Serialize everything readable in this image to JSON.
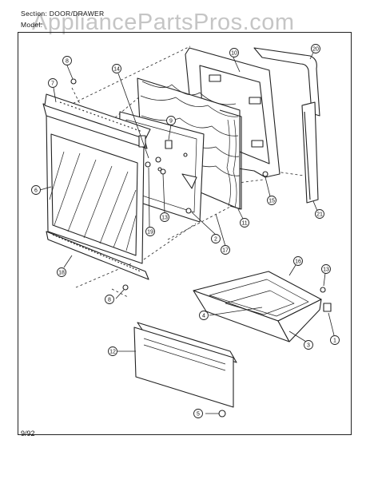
{
  "header": {
    "section_label": "Section:",
    "section_value": "DOOR/DRAWER",
    "model_label": "Model:"
  },
  "watermark": "AppliancePartsPros.com",
  "footer": {
    "date_code": "9/92"
  },
  "callouts": [
    {
      "label": "8",
      "part": "screw-top-left"
    },
    {
      "label": "7",
      "part": "door-top-trim"
    },
    {
      "label": "6",
      "part": "door-outer-glass-panel"
    },
    {
      "label": "14",
      "part": "door-inner-bracket"
    },
    {
      "label": "9",
      "part": "door-clip"
    },
    {
      "label": "10",
      "part": "door-inner-liner"
    },
    {
      "label": "20",
      "part": "door-gasket"
    },
    {
      "label": "21",
      "part": "door-side-trim"
    },
    {
      "label": "15",
      "part": "liner-fastener"
    },
    {
      "label": "11",
      "part": "door-insulation"
    },
    {
      "label": "13",
      "part": "screw-door"
    },
    {
      "label": "19",
      "part": "door-hinge-clip"
    },
    {
      "label": "2",
      "part": "door-inner-panel"
    },
    {
      "label": "17",
      "part": "door-inner-panel-screw"
    },
    {
      "label": "18",
      "part": "door-bottom-trim"
    },
    {
      "label": "8",
      "part": "screw-bottom-left"
    },
    {
      "label": "16",
      "part": "drawer-body"
    },
    {
      "label": "13",
      "part": "screw-drawer"
    },
    {
      "label": "4",
      "part": "drawer-screw"
    },
    {
      "label": "1",
      "part": "drawer-roller"
    },
    {
      "label": "3",
      "part": "drawer-roller-screw"
    },
    {
      "label": "12",
      "part": "drawer-front-panel"
    },
    {
      "label": "5",
      "part": "drawer-bumper"
    }
  ]
}
